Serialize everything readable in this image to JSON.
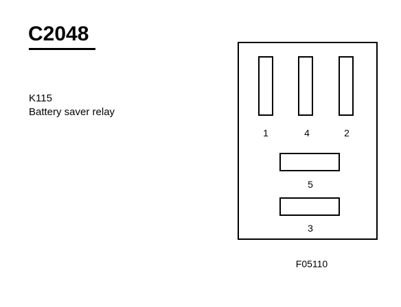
{
  "connector": {
    "id": "C2048"
  },
  "component": {
    "code": "K115",
    "description": "Battery saver relay"
  },
  "pins": [
    {
      "number": "1",
      "orientation": "vertical"
    },
    {
      "number": "4",
      "orientation": "vertical"
    },
    {
      "number": "2",
      "orientation": "vertical"
    },
    {
      "number": "5",
      "orientation": "horizontal"
    },
    {
      "number": "3",
      "orientation": "horizontal"
    }
  ],
  "figure": {
    "code": "F05110"
  }
}
